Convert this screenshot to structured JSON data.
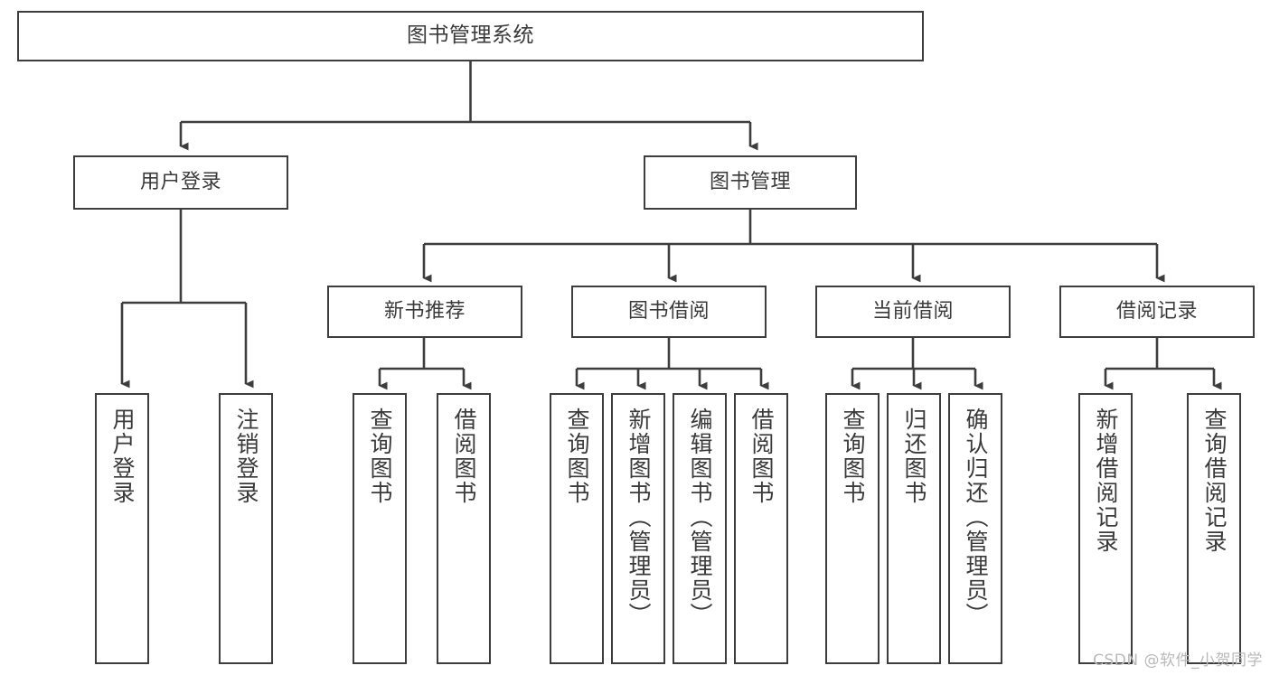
{
  "diagram": {
    "title": "图书管理系统",
    "type": "tree",
    "orientation": "top-down",
    "colors": {
      "box_border": "#3d3d3d",
      "box_fill": "#ffffff",
      "connector": "#3d3d3d",
      "text": "#3a3a3a",
      "background": "#ffffff",
      "watermark": "#b9b9b9"
    },
    "nodes": {
      "root": {
        "label": "图书管理系统"
      },
      "level2": [
        {
          "id": "user-login",
          "label": "用户登录"
        },
        {
          "id": "book-manage",
          "label": "图书管理"
        }
      ],
      "level3": [
        {
          "id": "new-book-recommend",
          "label": "新书推荐"
        },
        {
          "id": "book-borrow",
          "label": "图书借阅"
        },
        {
          "id": "current-borrow",
          "label": "当前借阅"
        },
        {
          "id": "borrow-record",
          "label": "借阅记录"
        }
      ],
      "leaves": {
        "user-login": [
          {
            "id": "leaf-user-login",
            "label": "用户登录"
          },
          {
            "id": "leaf-user-logout",
            "label": "注销登录"
          }
        ],
        "new-book-recommend": [
          {
            "id": "leaf-query-book-1",
            "label": "查询图书"
          },
          {
            "id": "leaf-borrow-book-1",
            "label": "借阅图书"
          }
        ],
        "book-borrow": [
          {
            "id": "leaf-query-book-2",
            "label": "查询图书"
          },
          {
            "id": "leaf-add-book",
            "label": "新增图书（管理员）"
          },
          {
            "id": "leaf-edit-book",
            "label": "编辑图书（管理员）"
          },
          {
            "id": "leaf-borrow-book-2",
            "label": "借阅图书"
          }
        ],
        "current-borrow": [
          {
            "id": "leaf-query-book-3",
            "label": "查询图书"
          },
          {
            "id": "leaf-return-book",
            "label": "归还图书"
          },
          {
            "id": "leaf-confirm-return",
            "label": "确认归还（管理员）"
          }
        ],
        "borrow-record": [
          {
            "id": "leaf-add-record",
            "label": "新增借阅记录"
          },
          {
            "id": "leaf-query-record",
            "label": "查询借阅记录"
          }
        ]
      }
    },
    "watermark": "CSDN @软件_小贺同学"
  }
}
